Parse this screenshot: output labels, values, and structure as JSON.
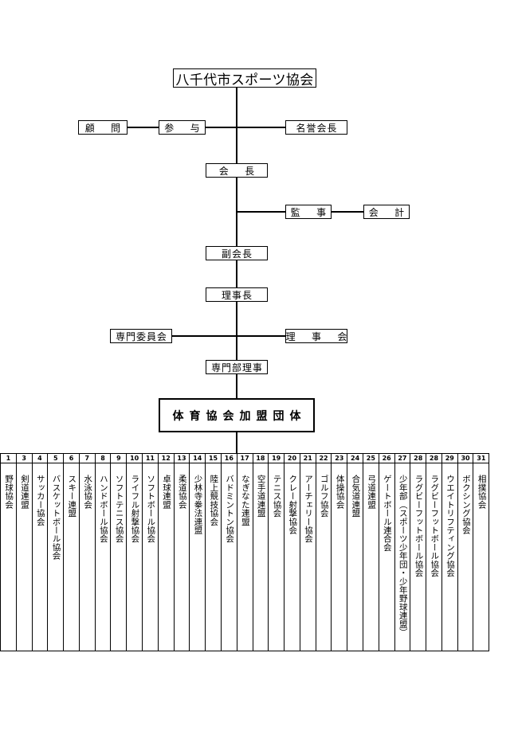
{
  "org": {
    "top": "八千代市スポーツ協会",
    "advisor": "顧　問",
    "councilor": "参　与",
    "honorary": "名誉会長",
    "president": "会　長",
    "auditor": "監　事",
    "accountant": "会　計",
    "vice_president": "副会長",
    "chairman": "理事長",
    "committee": "専門委員会",
    "board": "理　事　会",
    "dept_director": "専門部理事",
    "federations": "体育協会加盟団体"
  },
  "members": [
    {
      "no": "1",
      "name": "野球協会"
    },
    {
      "no": "3",
      "name": "剣道連盟"
    },
    {
      "no": "4",
      "name": "サッカー協会"
    },
    {
      "no": "5",
      "name": "バスケットボール協会"
    },
    {
      "no": "6",
      "name": "スキー連盟"
    },
    {
      "no": "7",
      "name": "水泳協会"
    },
    {
      "no": "8",
      "name": "ハンドボール協会"
    },
    {
      "no": "9",
      "name": "ソフトテニス協会"
    },
    {
      "no": "10",
      "name": "ライフル射撃協会"
    },
    {
      "no": "11",
      "name": "ソフトボール協会"
    },
    {
      "no": "12",
      "name": "卓球連盟"
    },
    {
      "no": "13",
      "name": "柔道協会"
    },
    {
      "no": "14",
      "name": "少林寺拳法連盟"
    },
    {
      "no": "15",
      "name": "陸上競技協会"
    },
    {
      "no": "16",
      "name": "バドミントン協会"
    },
    {
      "no": "17",
      "name": "なぎなた連盟"
    },
    {
      "no": "18",
      "name": "空手道連盟"
    },
    {
      "no": "19",
      "name": "テニス協会"
    },
    {
      "no": "20",
      "name": "クレー射撃協会"
    },
    {
      "no": "21",
      "name": "アーチェリー協会"
    },
    {
      "no": "22",
      "name": "ゴルフ協会"
    },
    {
      "no": "23",
      "name": "体操協会"
    },
    {
      "no": "24",
      "name": "合気道連盟"
    },
    {
      "no": "25",
      "name": "弓道連盟"
    },
    {
      "no": "26",
      "name": "ゲートボール連合会"
    },
    {
      "no": "27",
      "name": "少年部（スポーツ少年団・少年野球連盟）"
    },
    {
      "no": "28",
      "name": "ラグビーフットボール協会"
    },
    {
      "no": "28",
      "name": "ラグビーフットボール協会"
    },
    {
      "no": "29",
      "name": "ウエイトリフティング協会"
    },
    {
      "no": "30",
      "name": "ボクシング協会"
    },
    {
      "no": "31",
      "name": "相撲協会"
    }
  ]
}
